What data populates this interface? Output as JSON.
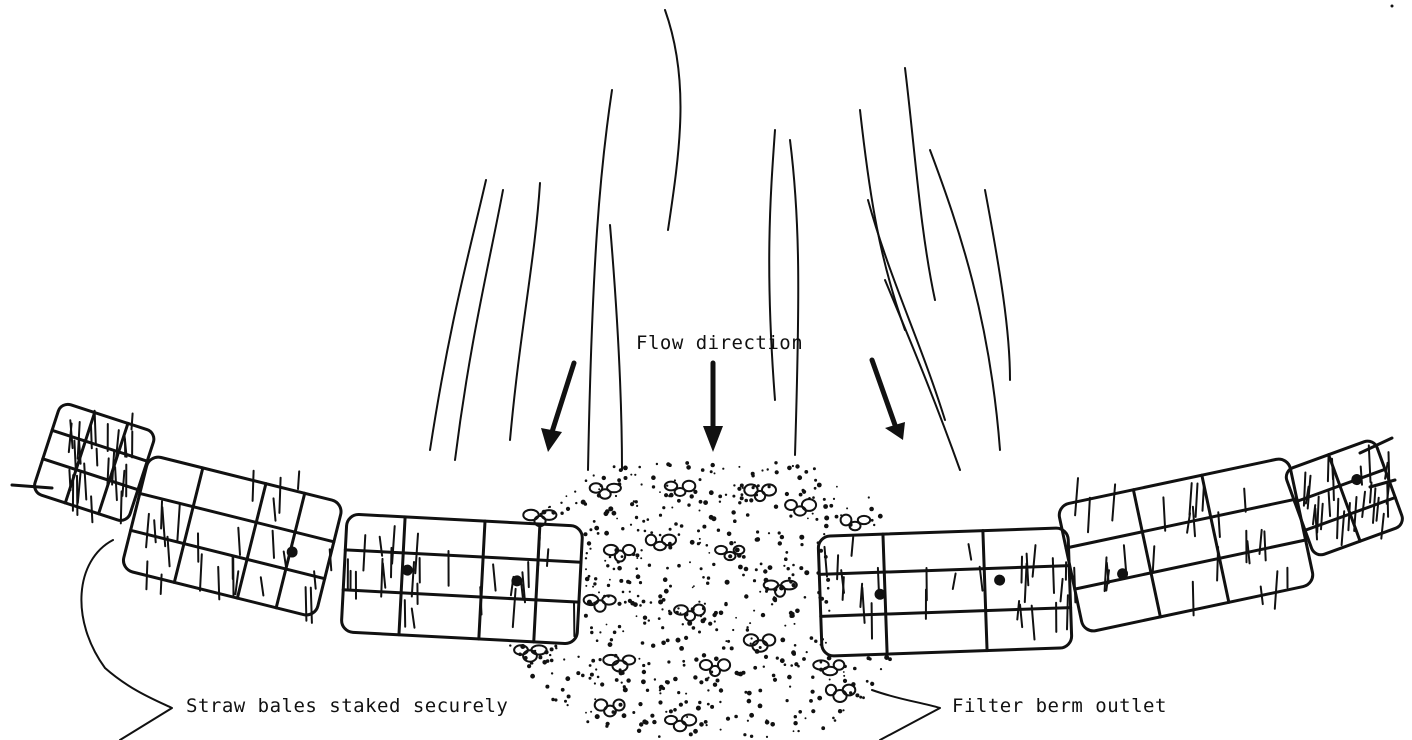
{
  "diagram": {
    "labels": {
      "flow_direction": "Flow direction",
      "straw_bales": "Straw bales staked securely",
      "filter_berm_outlet": "Filter berm outlet"
    },
    "colors": {
      "ink": "#111111",
      "background": "#ffffff"
    }
  }
}
